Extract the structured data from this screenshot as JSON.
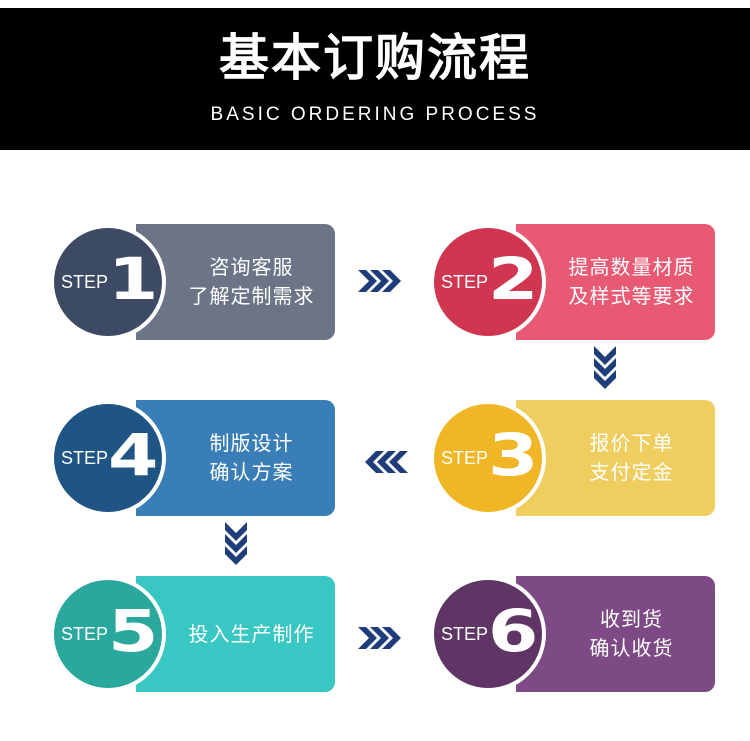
{
  "header": {
    "title": "基本订购流程",
    "subtitle": "BASIC ORDERING PROCESS"
  },
  "steps": [
    {
      "step_label": "STEP",
      "number": "1",
      "text": "咨询客服\n了解定制需求",
      "bar_color": "#6b7587",
      "circle_color": "#3d4a63"
    },
    {
      "step_label": "STEP",
      "number": "2",
      "text": "提高数量材质\n及样式等要求",
      "bar_color": "#e85a74",
      "circle_color": "#d03650"
    },
    {
      "step_label": "STEP",
      "number": "3",
      "text": "报价下单\n支付定金",
      "bar_color": "#f0cd5f",
      "circle_color": "#f1b625"
    },
    {
      "step_label": "STEP",
      "number": "4",
      "text": "制版设计\n确认方案",
      "bar_color": "#3a7eb8",
      "circle_color": "#1f5585"
    },
    {
      "step_label": "STEP",
      "number": "5",
      "text": "投入生产制作",
      "bar_color": "#38c7c3",
      "circle_color": "#2aa89d"
    },
    {
      "step_label": "STEP",
      "number": "6",
      "text": "收到货\n确认收货",
      "bar_color": "#7d4a86",
      "circle_color": "#5e3565"
    }
  ],
  "arrow_color": "#1f3d7a"
}
